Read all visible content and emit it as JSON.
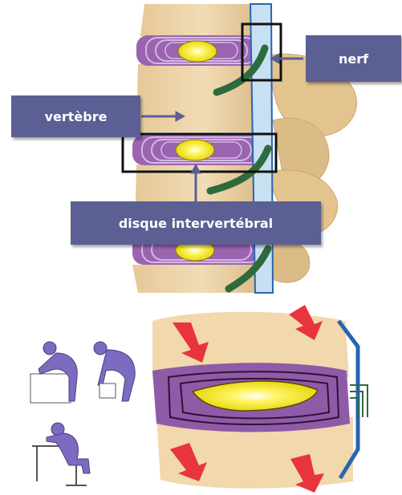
{
  "labels": {
    "nerf": "nerf",
    "vertebre": "vertèbre",
    "disque": "disque intervertébral"
  },
  "colors": {
    "label_bg": "#5b5f94",
    "label_text": "#ffffff",
    "bone": "#e8cfa4",
    "disc": "#8f5aa6",
    "nucleus": "#f2e21c",
    "nerve": "#2e6b3c",
    "arrow": "#e8343c",
    "figure": "#7d6bc2"
  }
}
